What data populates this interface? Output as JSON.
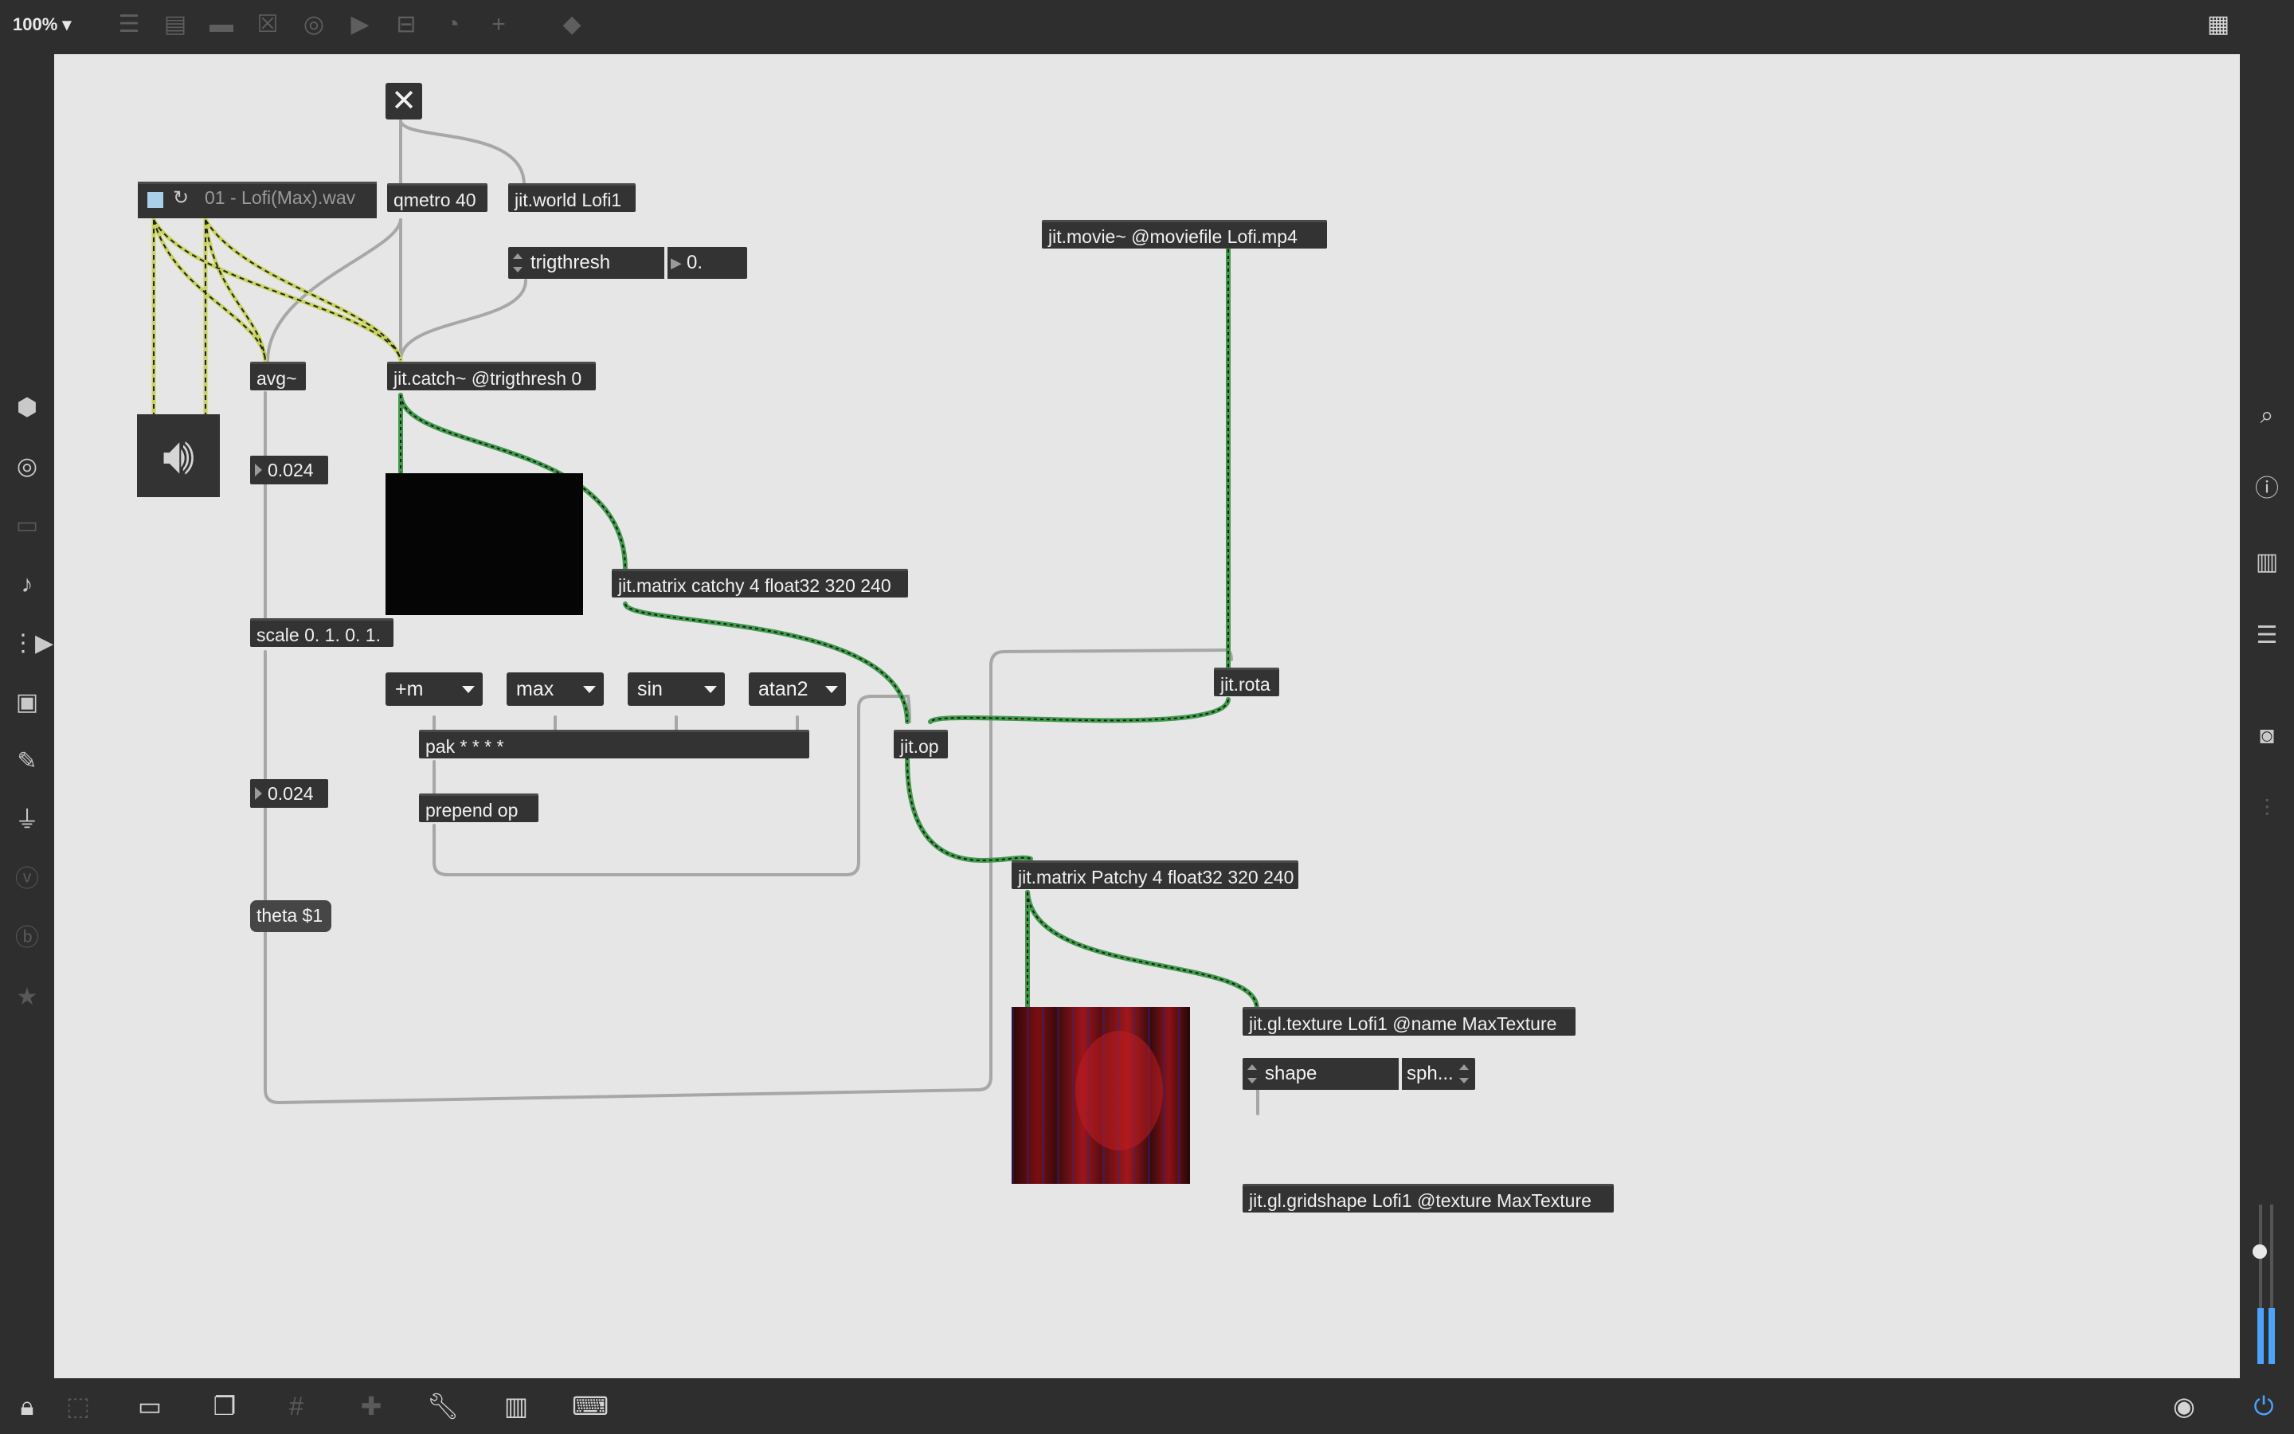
{
  "toolbar": {
    "zoom": "100%",
    "icons": [
      "presentation-icon",
      "comment-mode-icon",
      "comment-icon",
      "toggle-icon",
      "button-icon",
      "play-icon",
      "slider-icon",
      "dial-icon",
      "add-object-icon",
      "paint-icon"
    ]
  },
  "patch": {
    "toggle_x": "✕",
    "playlist_file": "01 - Lofi(Max).wav",
    "qmetro": "qmetro 40",
    "jit_world": "jit.world Lofi1",
    "trigthresh_label": "trigthresh",
    "trigthresh_value": "0.",
    "jit_movie": "jit.movie~ @moviefile Lofi.mp4",
    "avg": "avg~",
    "jit_catch": "jit.catch~ @trigthresh 0",
    "avg_value": "0.024",
    "jit_matrix_catchy": "jit.matrix catchy 4 float32 320 240",
    "scale": "scale 0. 1. 0. 1.",
    "menus": [
      "+m",
      "max",
      "sin",
      "atan2"
    ],
    "pak": "pak * * * *",
    "jit_op": "jit.op",
    "jit_rota": "jit.rota",
    "scaled_value": "0.024",
    "prepend": "prepend op",
    "jit_matrix_patchy": "jit.matrix Patchy 4 float32 320 240",
    "theta": "theta $1",
    "jit_gl_texture": "jit.gl.texture Lofi1 @name MaxTexture",
    "shape_label": "shape",
    "shape_value": "sph...",
    "jit_gl_gridshape": "jit.gl.gridshape Lofi1 @texture MaxTexture"
  },
  "colors": {
    "canvas": "#e6e6e6",
    "object": "#333333",
    "audio_cord": "#c8d35a",
    "matrix_cord": "#3f9a4a",
    "control_cord": "#a7a7a7",
    "meter": "#4aa3ff"
  },
  "left_sidebar": [
    "package-icon",
    "circle-target-icon",
    "media-icon",
    "music-note-icon",
    "video-clip-icon",
    "image-icon",
    "paperclip-icon",
    "plugin-icon",
    "vizzie-icon",
    "bpatcher-icon",
    "star-icon"
  ],
  "right_sidebar": [
    "search-icon",
    "info-icon",
    "reference-icon",
    "list-icon",
    "snapshot-icon",
    "mixer-icon"
  ],
  "bottom_bar": [
    "lock-icon",
    "edit-mode-icon",
    "presentation-icon",
    "window-icon",
    "grid-icon",
    "add-icon",
    "wrench-icon",
    "piano-icon",
    "keyboard-icon",
    "transport-icon",
    "power-icon"
  ]
}
